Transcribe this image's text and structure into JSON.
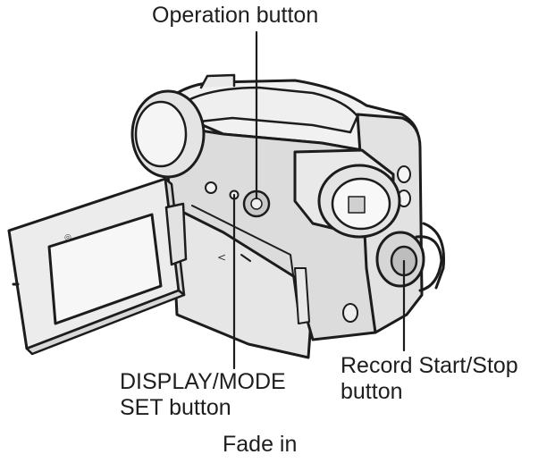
{
  "labels": {
    "operation_button": "Operation button",
    "display_mode": {
      "line1": "DISPLAY/MODE",
      "line2": "SET button"
    },
    "record_start_stop": {
      "line1": "Record Start/Stop",
      "line2": "button"
    },
    "caption": "Fade in"
  }
}
